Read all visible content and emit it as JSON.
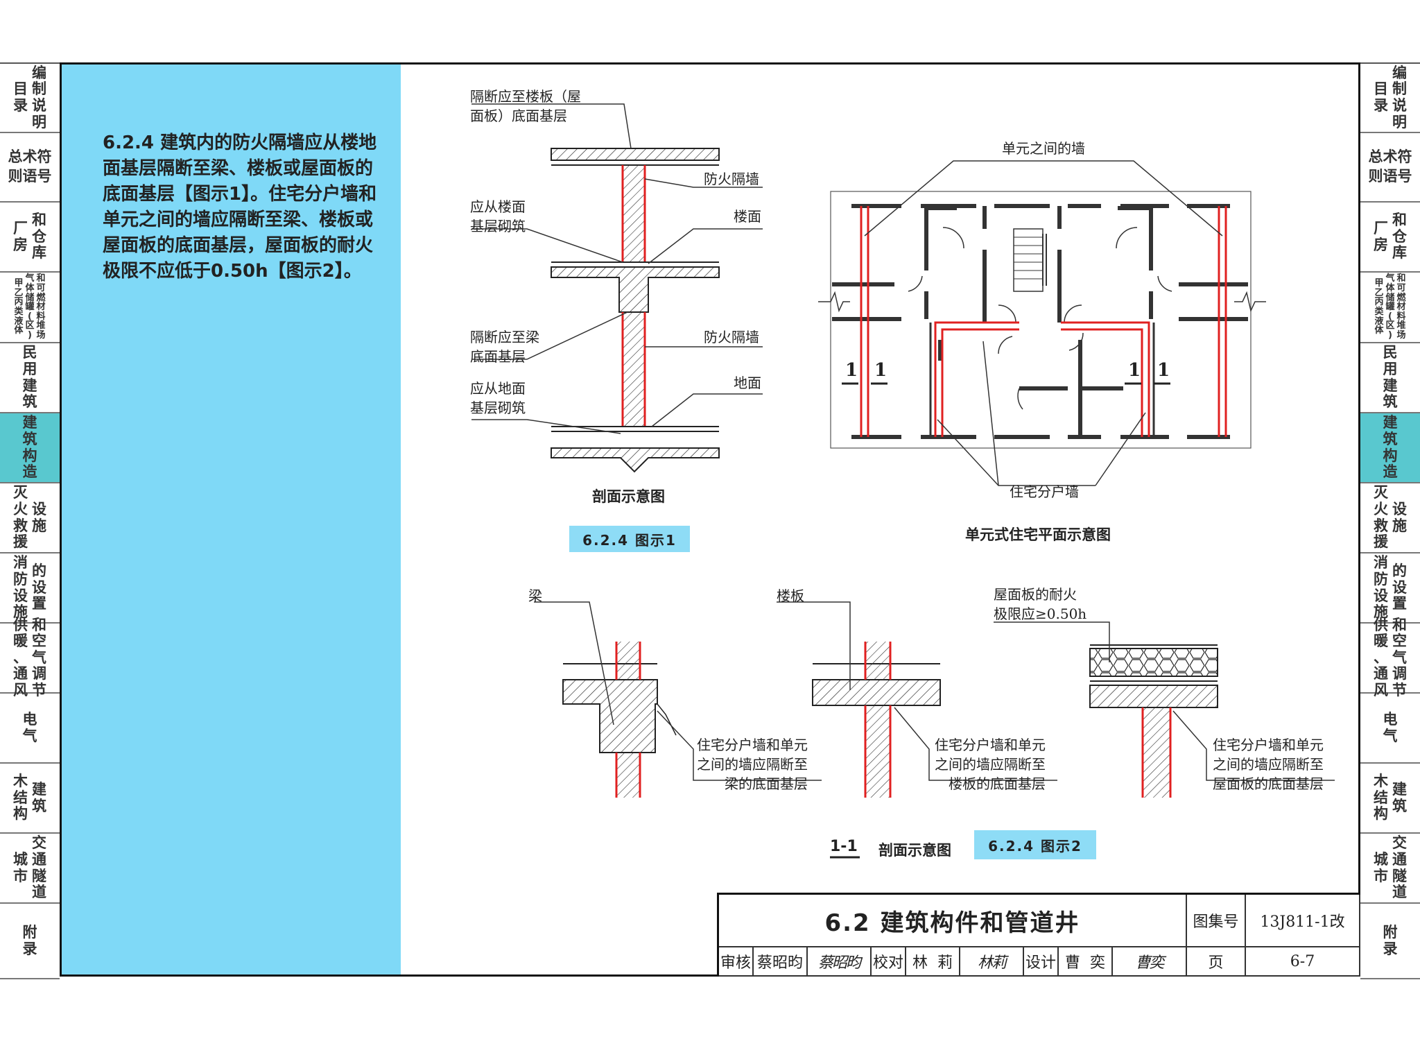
{
  "sidebar_tabs": [
    {
      "cols": [
        "目录",
        "编制说明"
      ]
    },
    {
      "cols": [
        "总则",
        "术语",
        "符号"
      ],
      "rows": true
    },
    {
      "cols": [
        "厂房",
        "和仓库"
      ]
    },
    {
      "cols": [
        "甲乙丙类液体",
        "气体储罐(区)",
        "和可燃材料堆场"
      ],
      "small": true
    },
    {
      "cols": [
        "民用建筑"
      ]
    },
    {
      "cols": [
        "建筑构造"
      ],
      "active": true
    },
    {
      "cols": [
        "灭火救援",
        "设施"
      ]
    },
    {
      "cols": [
        "消防设施",
        "的设置"
      ]
    },
    {
      "cols": [
        "供暖、通风",
        "和空气调节"
      ]
    },
    {
      "cols": [
        "电气"
      ]
    },
    {
      "cols": [
        "木结构",
        "建筑"
      ]
    },
    {
      "cols": [
        "城市",
        "交通隧道"
      ]
    },
    {
      "cols": [
        "附录"
      ]
    }
  ],
  "note": {
    "text": "6.2.4  建筑内的防火隔墙应从楼地面基层隔断至梁、楼板或屋面板的底面基层【图示1】。住宅分户墙和单元之间的墙应隔断至梁、楼板或屋面板的底面基层，屋面板的耐火极限不应低于0.50h【图示2】。"
  },
  "figure1": {
    "labels": {
      "top": "隔断应至楼板（屋\n面板）底面基层",
      "wall1": "防火隔墙",
      "floor_base": "应从楼面\n基层砌筑",
      "floor": "楼面",
      "beam_base": "隔断应至梁\n底面基层",
      "wall2": "防火隔墙",
      "ground_base": "应从地面\n基层砌筑",
      "ground": "地面"
    },
    "caption": "剖面示意图",
    "badge": "6.2.4 图示1"
  },
  "plan": {
    "unit_wall_label": "单元之间的墙",
    "partition_label": "住宅分户墙",
    "caption": "单元式住宅平面示意图",
    "section_marks": [
      "1",
      "1",
      "1",
      "1"
    ]
  },
  "figure2": {
    "beam": "梁",
    "slab": "楼板",
    "roof": "屋面板的耐火\n极限应≥0.50h",
    "note_beam": "住宅分户墙和单元\n之间的墙应隔断至\n梁的底面基层",
    "note_slab": "住宅分户墙和单元\n之间的墙应隔断至\n楼板的底面基层",
    "note_roof": "住宅分户墙和单元\n之间的墙应隔断至\n屋面板的底面基层",
    "section_id": "1-1",
    "caption": "剖面示意图",
    "badge": "6.2.4 图示2"
  },
  "title_block": {
    "title": "6.2  建筑构件和管道井",
    "atlas_label": "图集号",
    "atlas_no": "13J811-1改",
    "review_label": "审核",
    "reviewer": "蔡昭昀",
    "check_label": "校对",
    "checker": "林  莉",
    "design_label": "设计",
    "designer": "曹  奕",
    "page_label": "页",
    "page_no": "6-7"
  },
  "colors": {
    "accent_blue": "#7fd9f7",
    "active_tab": "#59c8cf",
    "fire_wall_red": "#e02020"
  }
}
